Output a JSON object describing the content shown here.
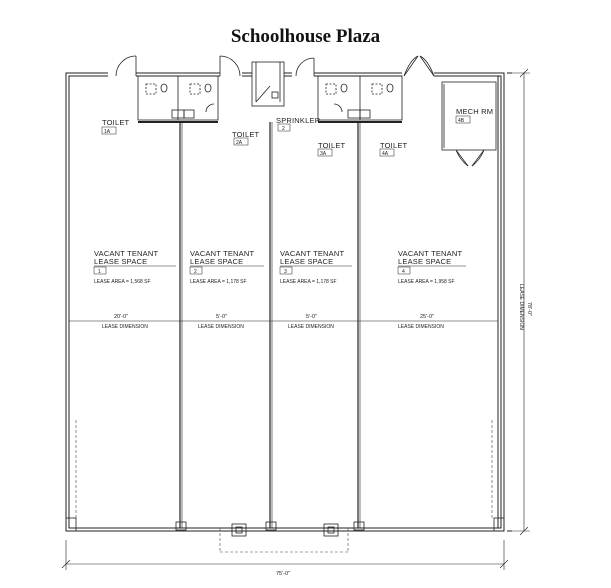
{
  "title": "Schoolhouse Plaza",
  "spaces": [
    {
      "label_line1": "VACANT TENANT",
      "label_line2": "LEASE SPACE",
      "number": "1",
      "lease_area": "LEASE AREA = 1,568 SF",
      "width_dim": "20'-0\"",
      "dim_label": "LEASE DIMENSION"
    },
    {
      "label_line1": "VACANT TENANT",
      "label_line2": "LEASE SPACE",
      "number": "2",
      "lease_area": "LEASE AREA = 1,178 SF",
      "width_dim": "5'-0\"",
      "dim_label": "LEASE DIMENSION"
    },
    {
      "label_line1": "VACANT TENANT",
      "label_line2": "LEASE SPACE",
      "number": "3",
      "lease_area": "LEASE AREA = 1,178 SF",
      "width_dim": "5'-0\"",
      "dim_label": "LEASE DIMENSION"
    },
    {
      "label_line1": "VACANT TENANT",
      "label_line2": "LEASE SPACE",
      "number": "4",
      "lease_area": "LEASE AREA = 1,958 SF",
      "width_dim": "25'-0\"",
      "dim_label": "LEASE DIMENSION"
    }
  ],
  "rooms": [
    {
      "name": "TOILET",
      "tag": "1A"
    },
    {
      "name": "TOILET",
      "tag": "2A"
    },
    {
      "name": "SPRINKLER",
      "tag": "2"
    },
    {
      "name": "TOILET",
      "tag": "3A"
    },
    {
      "name": "TOILET",
      "tag": "4A"
    },
    {
      "name": "MECH RM",
      "tag": "4B"
    }
  ],
  "overall_width": "75'-0\"",
  "overall_depth": "78'-0\"",
  "depth_label": "LEASE DIMENSION"
}
